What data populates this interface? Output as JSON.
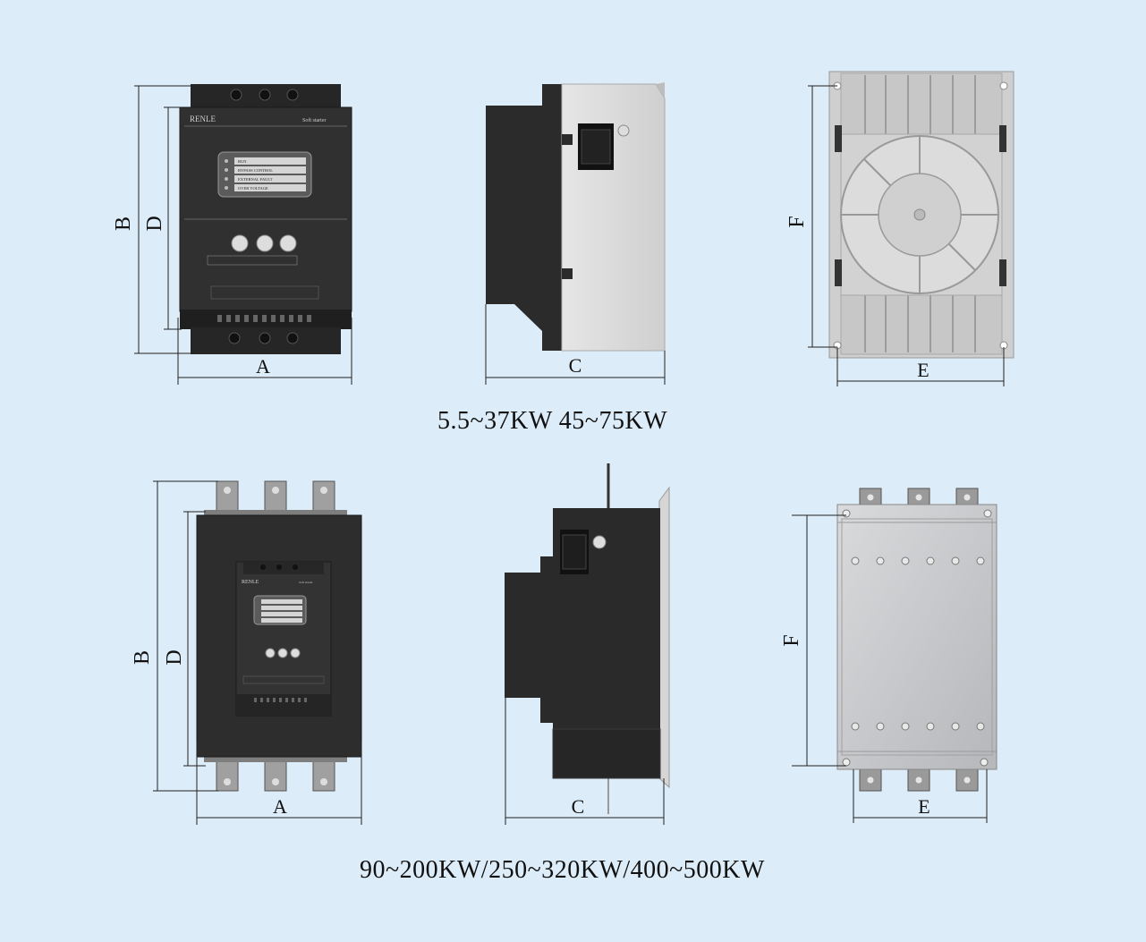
{
  "brand": "RENLE",
  "product": "Soft starter",
  "status_rows": [
    "RUN",
    "BYPASS CONTROL",
    "EXTERNAL FAULT",
    "OVER VOLTAGE"
  ],
  "dimension_labels": {
    "a": "A",
    "b": "B",
    "c": "C",
    "d": "D",
    "e": "E",
    "f": "F"
  },
  "captions": {
    "small_range": "5.5~37KW  45~75KW",
    "large_range": "90~200KW/250~320KW/400~500KW"
  },
  "colors": {
    "background": "#dcecf8",
    "unit_body": "#2d2d2d",
    "panel_grey": "#dadada",
    "plate_metal": "#c8c9cc",
    "copper": "#8a8a8a"
  }
}
